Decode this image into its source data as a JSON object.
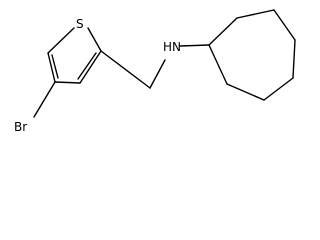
{
  "molecule": {
    "atom_labels": {
      "bromine": "Br",
      "sulfur": "S",
      "amine": "HN"
    },
    "colors": {
      "bond": "#000000",
      "label": "#000000",
      "background": "#ffffff"
    }
  }
}
